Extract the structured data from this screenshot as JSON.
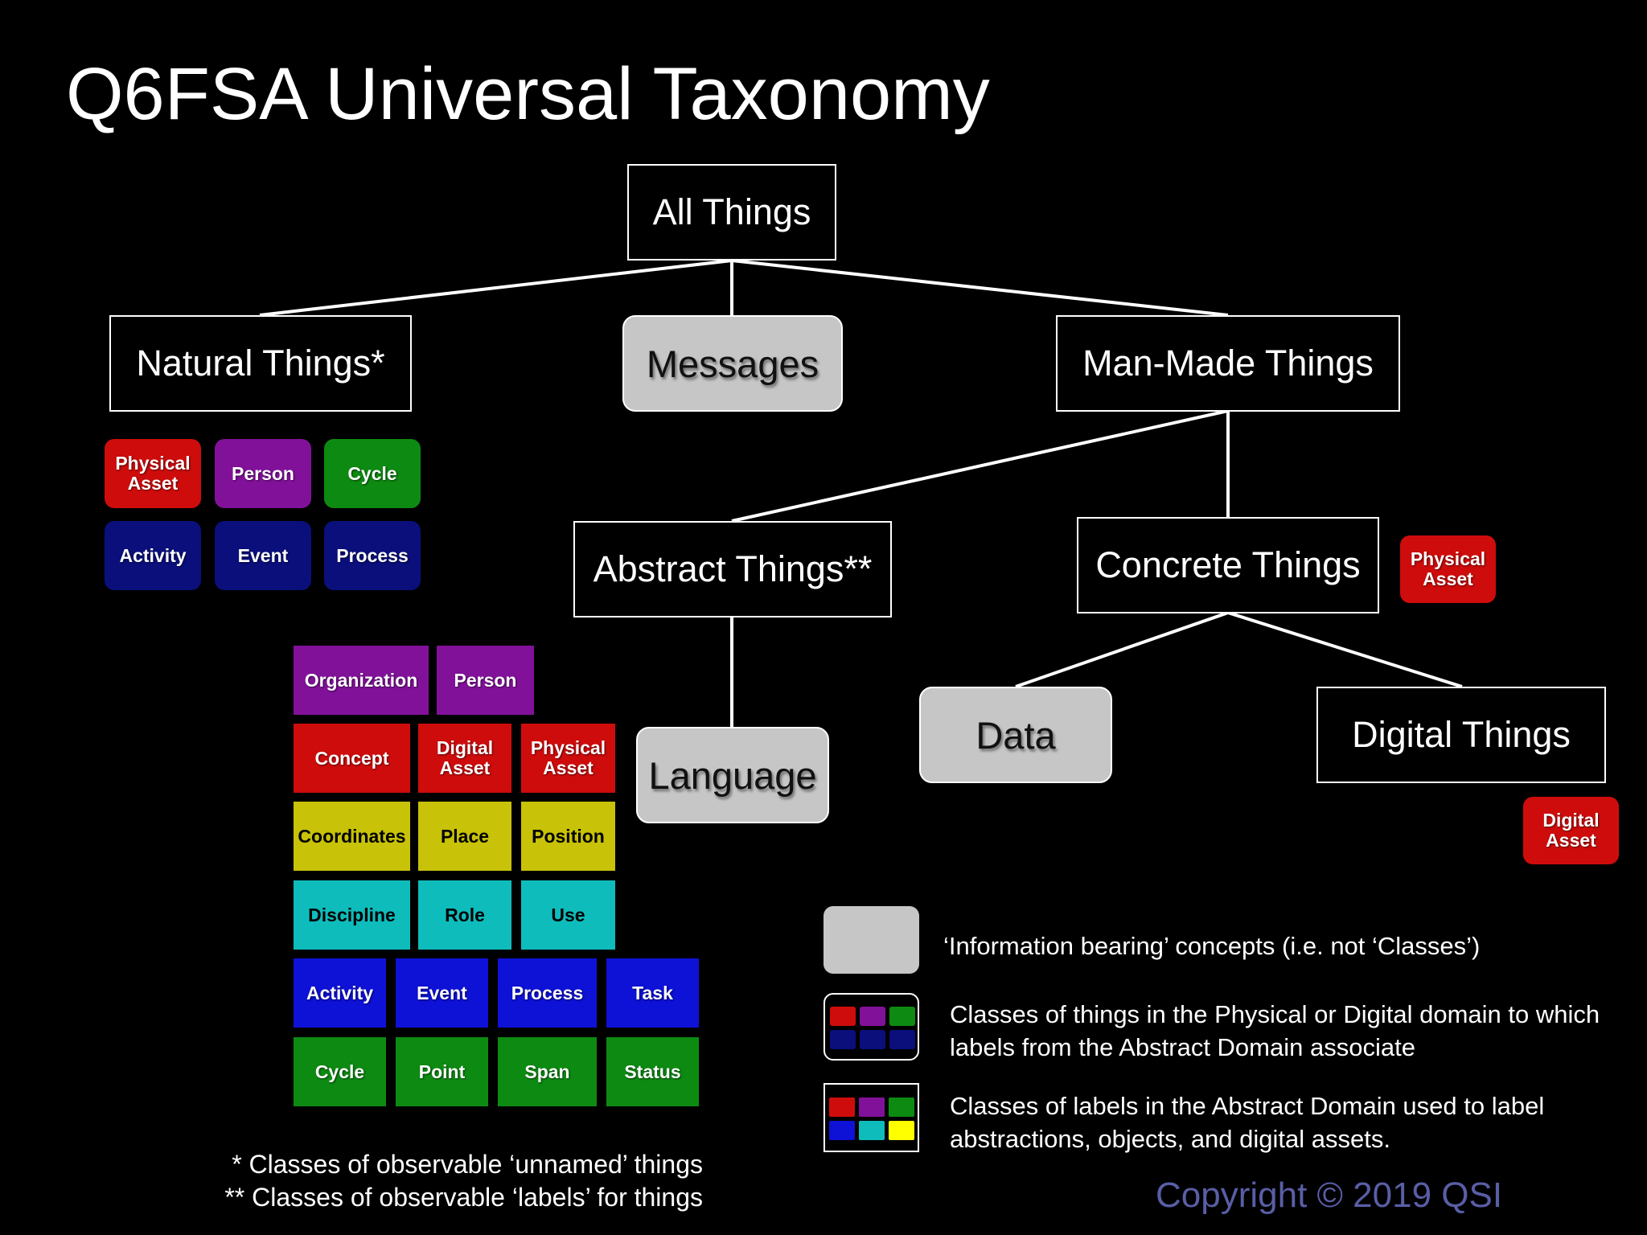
{
  "title": "Q6FSA Universal Taxonomy",
  "nodes": {
    "all_things": "All Things",
    "natural_things": "Natural Things*",
    "messages": "Messages",
    "man_made_things": "Man-Made Things",
    "abstract_things": "Abstract Things**",
    "concrete_things": "Concrete Things",
    "language": "Language",
    "data": "Data",
    "digital_things": "Digital Things"
  },
  "natural_tags": [
    "Physical Asset",
    "Person",
    "Cycle",
    "Activity",
    "Event",
    "Process"
  ],
  "concrete_tag": "Physical Asset",
  "digital_tag": "Digital Asset",
  "abstract_tags": {
    "row1": [
      "Organization",
      "Person"
    ],
    "row2": [
      "Concept",
      "Digital Asset",
      "Physical Asset"
    ],
    "row3": [
      "Coordinates",
      "Place",
      "Position"
    ],
    "row4": [
      "Discipline",
      "Role",
      "Use"
    ],
    "row5": [
      "Activity",
      "Event",
      "Process",
      "Task"
    ],
    "row6": [
      "Cycle",
      "Point",
      "Span",
      "Status"
    ]
  },
  "colors": {
    "red": "#cf0c0c",
    "purple": "#82119a",
    "green": "#0d8a12",
    "navy": "#0a0f7c",
    "blue": "#0e11d6",
    "olive": "#c8c208",
    "cyan": "#0fbcbc",
    "info_grey": "#c6c6c6",
    "copyright": "#595ea6"
  },
  "legend": {
    "info": "‘Information bearing’ concepts (i.e. not ‘Classes’)",
    "physical_digital": "Classes of things in the Physical or Digital domain to which labels from the Abstract Domain associate",
    "abstract_labels": "Classes of labels in the Abstract Domain used to label abstractions, objects, and digital assets."
  },
  "footnotes": {
    "single": "* Classes of observable ‘unnamed’ things",
    "double": "** Classes of observable ‘labels’ for things"
  },
  "copyright": "Copyright © 2019  QSI"
}
